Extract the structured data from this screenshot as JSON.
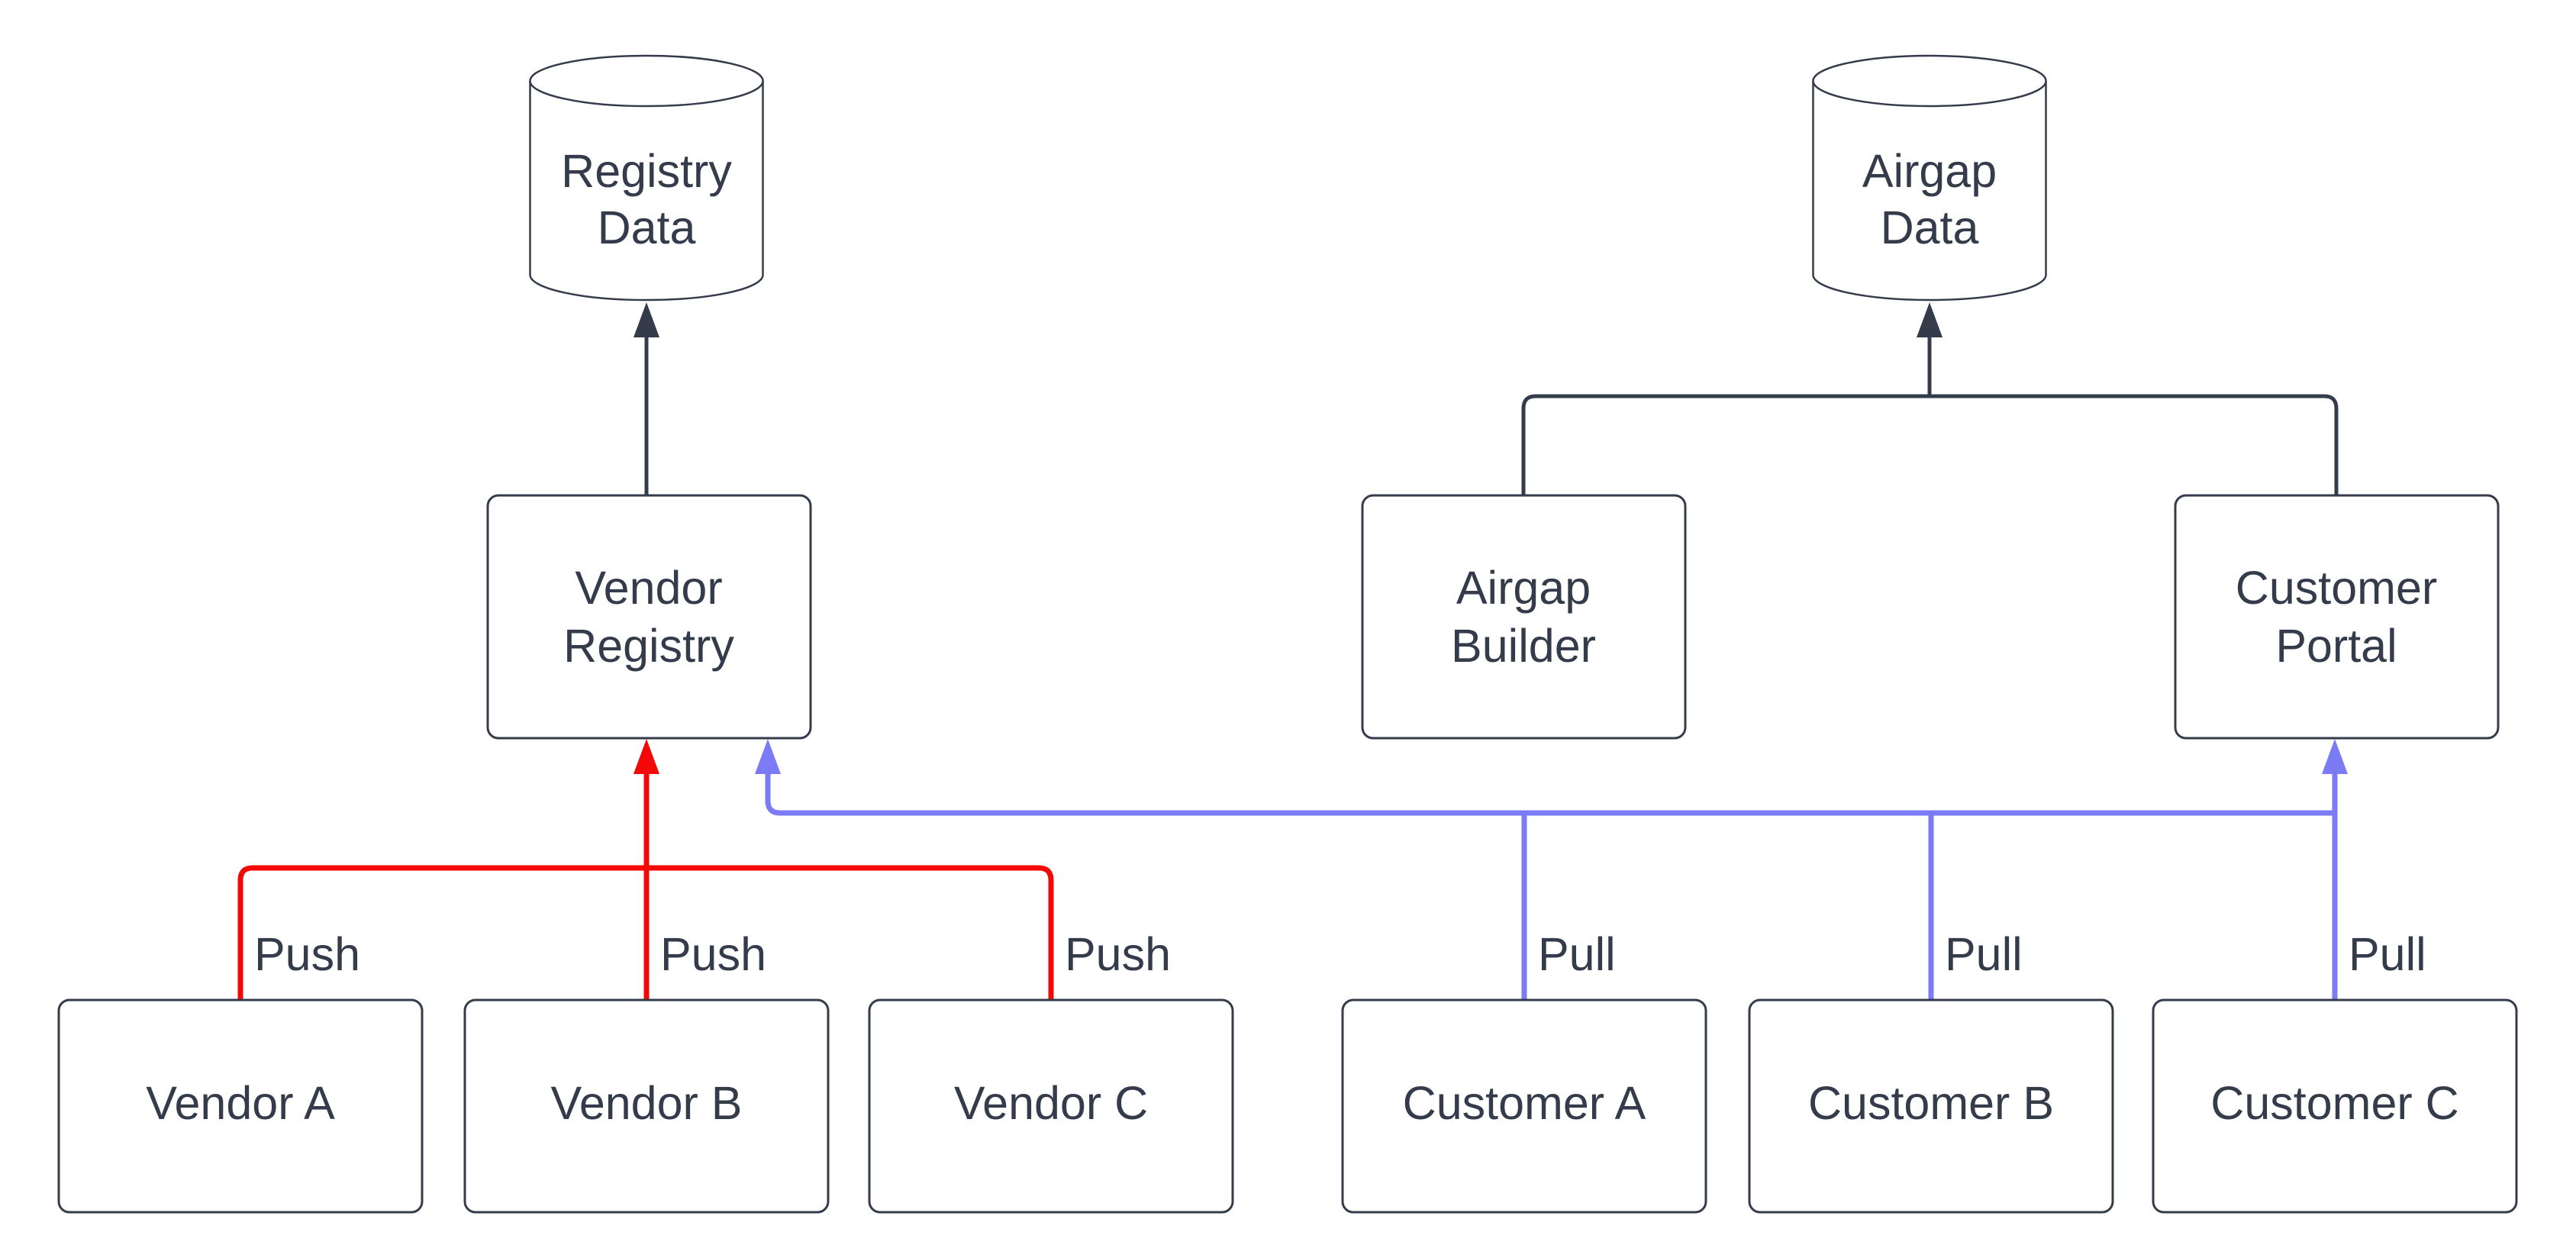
{
  "diagram": {
    "nodes": {
      "registry_data": {
        "shape": "cylinder",
        "lines": [
          "Registry",
          "Data"
        ]
      },
      "airgap_data": {
        "shape": "cylinder",
        "lines": [
          "Airgap",
          "Data"
        ]
      },
      "vendor_registry": {
        "shape": "rect",
        "lines": [
          "Vendor",
          "Registry"
        ]
      },
      "airgap_builder": {
        "shape": "rect",
        "lines": [
          "Airgap",
          "Builder"
        ]
      },
      "customer_portal": {
        "shape": "rect",
        "lines": [
          "Customer",
          "Portal"
        ]
      },
      "vendor_a": {
        "shape": "rect",
        "lines": [
          "Vendor A"
        ]
      },
      "vendor_b": {
        "shape": "rect",
        "lines": [
          "Vendor B"
        ]
      },
      "vendor_c": {
        "shape": "rect",
        "lines": [
          "Vendor C"
        ]
      },
      "customer_a": {
        "shape": "rect",
        "lines": [
          "Customer A"
        ]
      },
      "customer_b": {
        "shape": "rect",
        "lines": [
          "Customer B"
        ]
      },
      "customer_c": {
        "shape": "rect",
        "lines": [
          "Customer C"
        ]
      }
    },
    "edge_labels": {
      "push": "Push",
      "pull": "Pull"
    },
    "edges": [
      {
        "from": "Vendor Registry",
        "to": "Registry Data",
        "color": "dark",
        "label": ""
      },
      {
        "from": "Airgap Builder",
        "to": "Airgap Data",
        "color": "dark",
        "label": ""
      },
      {
        "from": "Customer Portal",
        "to": "Airgap Data",
        "color": "dark",
        "label": ""
      },
      {
        "from": "Vendor A",
        "to": "Vendor Registry",
        "color": "red",
        "label": "Push"
      },
      {
        "from": "Vendor B",
        "to": "Vendor Registry",
        "color": "red",
        "label": "Push"
      },
      {
        "from": "Vendor C",
        "to": "Vendor Registry",
        "color": "red",
        "label": "Push"
      },
      {
        "from": "Customer A",
        "to": "Vendor Registry",
        "color": "blue",
        "label": "Pull"
      },
      {
        "from": "Customer B",
        "to": "Vendor Registry",
        "color": "blue",
        "label": "Pull"
      },
      {
        "from": "Customer C",
        "to": "Customer Portal",
        "color": "blue",
        "label": "Pull"
      }
    ],
    "colors": {
      "dark": "#343c4b",
      "red": "#f40707",
      "blue": "#7b7bf5",
      "node_fill": "#ffffff",
      "bg": "#ffffff"
    }
  }
}
